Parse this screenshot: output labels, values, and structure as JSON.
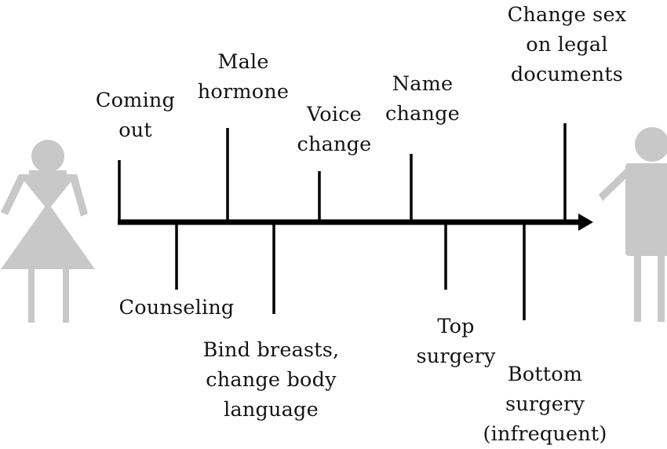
{
  "timeline": {
    "above": [
      {
        "id": "coming-out",
        "lines": [
          "Coming",
          "out"
        ]
      },
      {
        "id": "male-hormone",
        "lines": [
          "Male",
          "hormone"
        ]
      },
      {
        "id": "voice-change",
        "lines": [
          "Voice",
          "change"
        ]
      },
      {
        "id": "name-change",
        "lines": [
          "Name",
          "change"
        ]
      },
      {
        "id": "change-sex-legal",
        "lines": [
          "Change sex",
          "on legal",
          "documents"
        ]
      }
    ],
    "below": [
      {
        "id": "counseling",
        "lines": [
          "Counseling"
        ]
      },
      {
        "id": "bind-breasts",
        "lines": [
          "Bind breasts,",
          "change body",
          "language"
        ]
      },
      {
        "id": "top-surgery",
        "lines": [
          "Top",
          "surgery"
        ]
      },
      {
        "id": "bottom-surgery",
        "lines": [
          "Bottom",
          "surgery",
          "(infrequent)"
        ]
      }
    ]
  },
  "figures": {
    "start": "female-figure-icon",
    "end": "male-figure-icon"
  },
  "colors": {
    "line": "#000000",
    "figure": "#c8c8c8",
    "text": "#141414"
  }
}
